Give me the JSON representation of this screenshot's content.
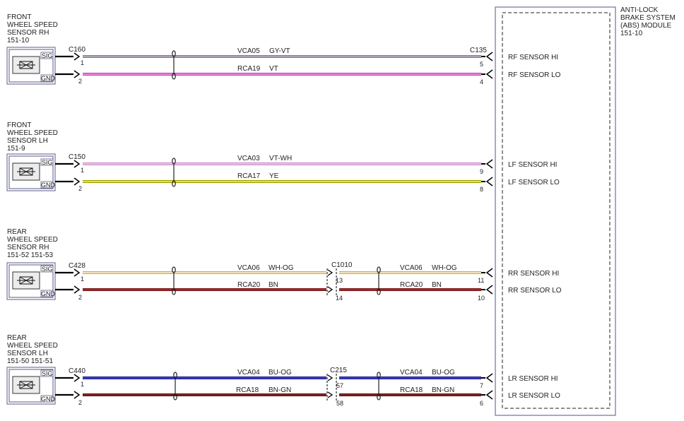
{
  "module": {
    "title_lines": [
      "ANTI-LOCK",
      "BRAKE SYSTEM",
      "(ABS) MODULE",
      "151-10"
    ],
    "connector": "C135"
  },
  "sensors": [
    {
      "title_lines": [
        "FRONT",
        "WHEEL SPEED",
        "SENSOR RH",
        "151-10"
      ],
      "sig_label": "SIG",
      "gnd_label": "GND",
      "connector": "C160",
      "pin_a": "1",
      "pin_b": "2",
      "hi": {
        "circuit": "VCA05",
        "color_label": "GY-VT",
        "stroke": "#8a7f8c",
        "inner": "#b7aebb"
      },
      "lo": {
        "circuit": "RCA19",
        "color_label": "VT",
        "stroke": "#c23ab4",
        "inner": "#f2a6e8"
      },
      "inline": null,
      "module_pin_hi": "5",
      "module_pin_lo": "4",
      "module_label_hi": "RF SENSOR HI",
      "module_label_lo": "RF SENSOR LO"
    },
    {
      "title_lines": [
        "FRONT",
        "WHEEL SPEED",
        "SENSOR LH",
        "151-9"
      ],
      "sig_label": "SIG",
      "gnd_label": "GND",
      "connector": "C150",
      "pin_a": "1",
      "pin_b": "2",
      "hi": {
        "circuit": "VCA03",
        "color_label": "VT-WH",
        "stroke": "#c98ac7",
        "inner": "#f1d6f0"
      },
      "lo": {
        "circuit": "RCA17",
        "color_label": "YE",
        "stroke": "#9a9a00",
        "inner": "#ffff33"
      },
      "inline": null,
      "module_pin_hi": "9",
      "module_pin_lo": "8",
      "module_label_hi": "LF SENSOR HI",
      "module_label_lo": "LF SENSOR LO"
    },
    {
      "title_lines": [
        "REAR",
        "WHEEL SPEED",
        "SENSOR RH",
        "151-52  151-53"
      ],
      "sig_label": "SIG",
      "gnd_label": "GND",
      "connector": "C428",
      "pin_a": "1",
      "pin_b": "2",
      "hi": {
        "circuit": "VCA06",
        "color_label": "WH-OG",
        "stroke": "#c9a864",
        "inner": "#fff4d6"
      },
      "lo": {
        "circuit": "RCA20",
        "color_label": "BN",
        "stroke": "#7a1818",
        "inner": "#a83232"
      },
      "inline": {
        "connector": "C1010",
        "pin_hi": "13",
        "pin_lo": "14"
      },
      "module_pin_hi": "11",
      "module_pin_lo": "10",
      "module_label_hi": "RR SENSOR HI",
      "module_label_lo": "RR SENSOR LO"
    },
    {
      "title_lines": [
        "REAR",
        "WHEEL SPEED",
        "SENSOR LH",
        "151-50  151-51"
      ],
      "sig_label": "SIG",
      "gnd_label": "GND",
      "connector": "C440",
      "pin_a": "1",
      "pin_b": "2",
      "hi": {
        "circuit": "VCA04",
        "color_label": "BU-OG",
        "stroke": "#1b1b8a",
        "inner": "#4a4ae0"
      },
      "lo": {
        "circuit": "RCA18",
        "color_label": "BN-GN",
        "stroke": "#5a1414",
        "inner": "#8e2a2a"
      },
      "inline": {
        "connector": "C215",
        "pin_hi": "57",
        "pin_lo": "58"
      },
      "module_pin_hi": "7",
      "module_pin_lo": "6",
      "module_label_hi": "LR SENSOR HI",
      "module_label_lo": "LR SENSOR LO"
    }
  ]
}
